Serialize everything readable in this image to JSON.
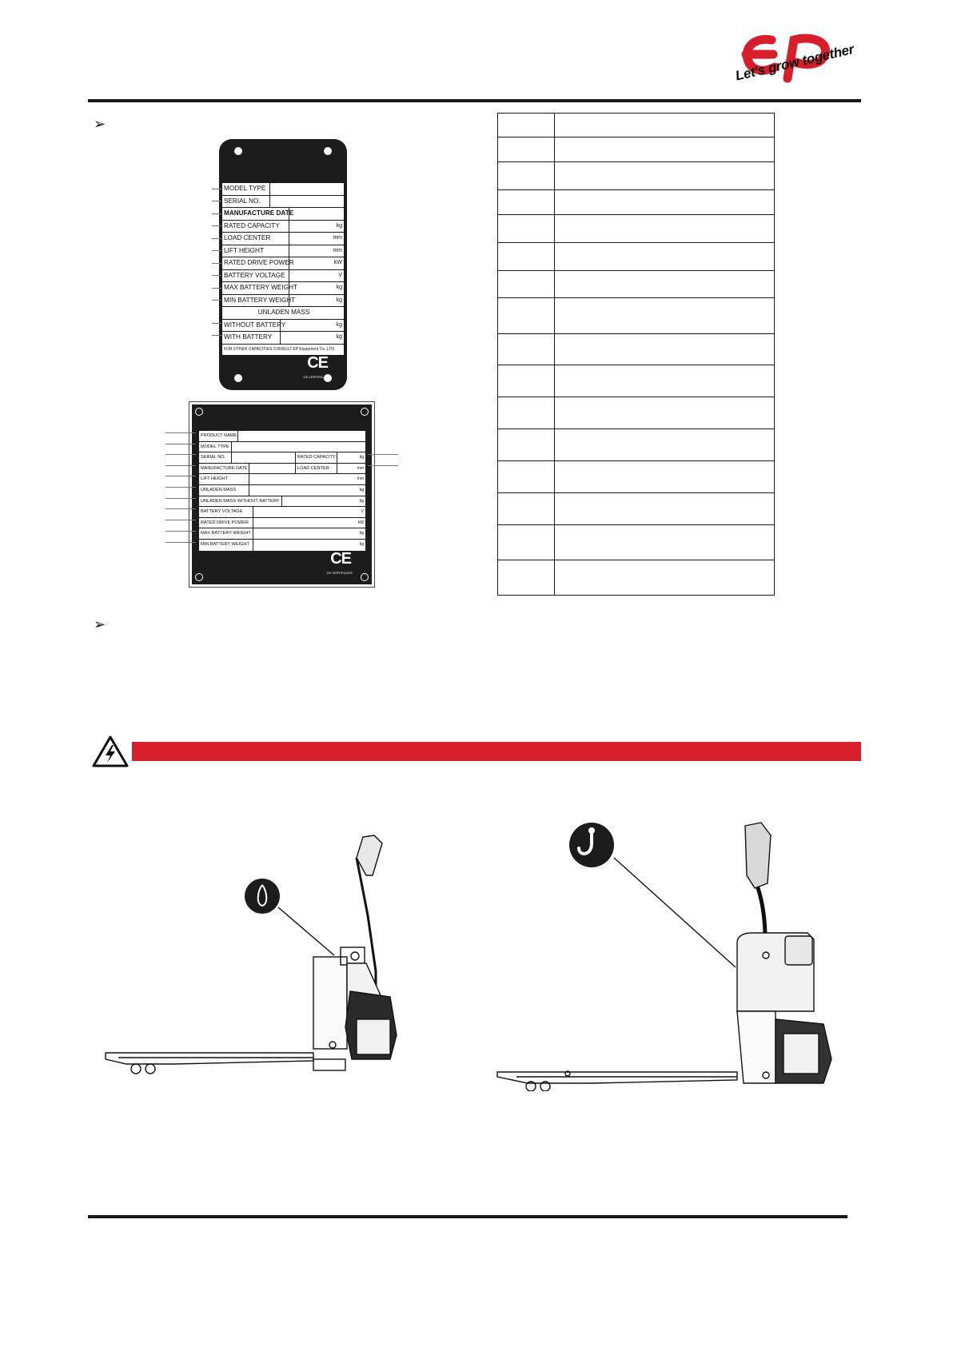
{
  "header": {
    "logo_mark": "EP",
    "slogan": "Let's grow together",
    "brand_color": "#d71f2b"
  },
  "bullets": {
    "icon": "arrow-bullet-icon",
    "glyph": "➢"
  },
  "nameplate1": {
    "rows": [
      {
        "label": "MODEL TYPE",
        "unit": ""
      },
      {
        "label": "SERIAL NO.",
        "unit": ""
      },
      {
        "label": "MANUFACTURE DATE",
        "unit": ""
      },
      {
        "label": "RATED CAPACITY",
        "unit": "kg"
      },
      {
        "label": "LOAD CENTER",
        "unit": "mm"
      },
      {
        "label": "LIFT HEIGHT",
        "unit": "mm"
      },
      {
        "label": "RATED DRIVE POWER",
        "unit": "kW"
      },
      {
        "label": "BATTERY VOLTAGE",
        "unit": "V"
      },
      {
        "label": "MAX BATTERY WEIGHT",
        "unit": "kg"
      },
      {
        "label": "MIN BATTERY WEIGHT",
        "unit": "kg"
      }
    ],
    "section": "UNLADEN MASS",
    "mass_rows": [
      {
        "label": "WITHOUT BATTERY",
        "unit": "kg"
      },
      {
        "label": "WITH BATTERY",
        "unit": "kg"
      }
    ],
    "footer": "FOR OTHER CAPACITIES CONSULT EP Equipment Co.,LTD.",
    "ce_mark": "CE",
    "ce_caption": "CE CERTIFICATE"
  },
  "nameplate2": {
    "product_name": "PRODUCT NAME",
    "model_type": "MODEL TYPE",
    "serial_no": "SERIAL NO.",
    "rated_capacity": "RATED CAPACITY",
    "rated_capacity_unit": "kg",
    "manufacture_date": "MANUFACTURE DATE",
    "load_center": "LOAD CENTER",
    "load_center_unit": "mm",
    "lift_height": "LIFT HEIGHT",
    "lift_height_unit": "mm",
    "unladen_mass": "UNLADEN MASS",
    "unladen_mass_unit": "kg",
    "unladen_without": "UNLADEN MASS WITHOUT BATTERY",
    "unladen_without_unit": "kg",
    "battery_voltage": "BATTERY VOLTAGE",
    "battery_voltage_unit": "V",
    "rated_drive_power": "RATED DRIVE POWER",
    "rated_drive_power_unit": "kW",
    "max_battery_weight": "MAX BATTERY WEIGHT",
    "max_battery_weight_unit": "kg",
    "min_battery_weight": "MIN BATTERY WEIGHT",
    "min_battery_weight_unit": "kg",
    "ce_mark": "CE",
    "ce_caption": "CE CERTIFICATE"
  },
  "warning": {
    "icon": "electric-hazard-icon",
    "bar_color": "#d71f2b"
  },
  "illustrations": {
    "left": "pallet-truck-side-view",
    "left_badge": "lifting-point-icon",
    "right": "pallet-truck-large-side-view",
    "right_badge": "hook-icon"
  }
}
